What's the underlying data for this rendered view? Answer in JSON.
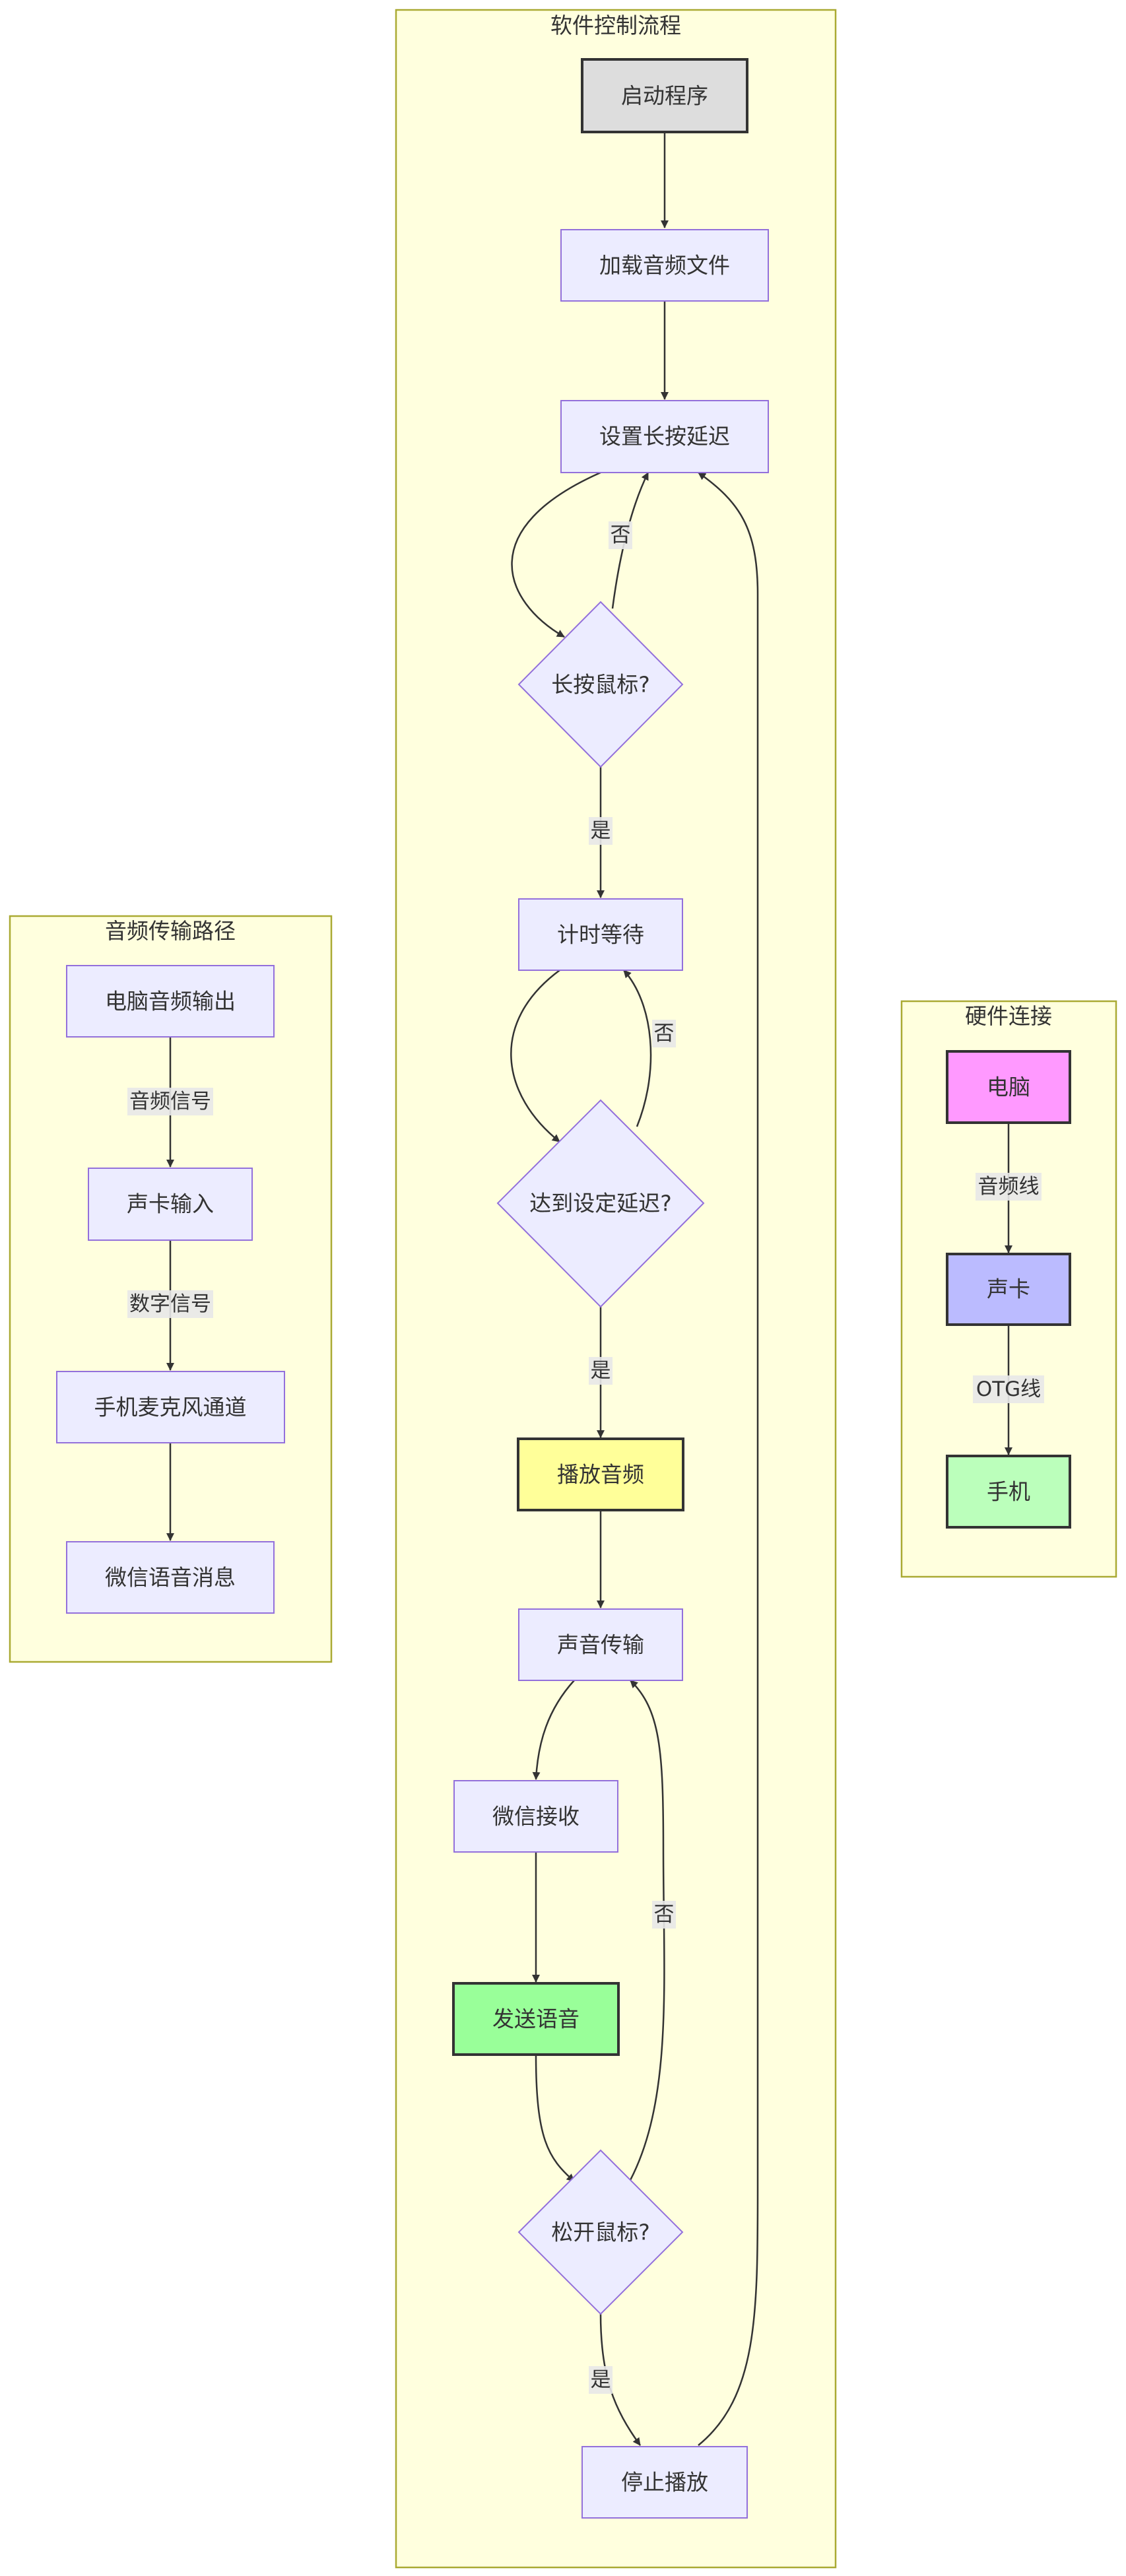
{
  "clusters": {
    "software": "软件控制流程",
    "audio_path": "音频传输路径",
    "hardware": "硬件连接"
  },
  "nodes": {
    "start": "启动程序",
    "load_audio": "加载音频文件",
    "set_delay": "设置长按延迟",
    "long_press": "长按鼠标?",
    "timer_wait": "计时等待",
    "reach_delay": "达到设定延迟?",
    "play_audio": "播放音频",
    "sound_transmit": "声音传输",
    "wechat_receive": "微信接收",
    "send_voice": "发送语音",
    "release_mouse": "松开鼠标?",
    "stop_play": "停止播放",
    "pc_audio_out": "电脑音频输出",
    "soundcard_in": "声卡输入",
    "phone_mic": "手机麦克风通道",
    "wechat_voice_msg": "微信语音消息",
    "pc": "电脑",
    "soundcard": "声卡",
    "phone": "手机"
  },
  "edge_labels": {
    "no_1": "否",
    "yes_1": "是",
    "no_2": "否",
    "yes_2": "是",
    "no_3": "否",
    "yes_3": "是",
    "audio_signal": "音频信号",
    "digital_signal": "数字信号",
    "audio_cable": "音频线",
    "otg_cable": "OTG线"
  },
  "colors": {
    "cluster_fill": "#ffffde",
    "cluster_stroke": "#aaaa33",
    "node_fill": "#ececff",
    "node_stroke": "#9370db",
    "start_fill": "#dddddd",
    "play_fill": "#ffff99",
    "send_fill": "#99ff99",
    "pc_fill": "#ff99ff",
    "soundcard_fill": "#bbbbff",
    "phone_fill": "#bbffbb",
    "emphasis_stroke": "#333333",
    "edge": "#333333"
  }
}
